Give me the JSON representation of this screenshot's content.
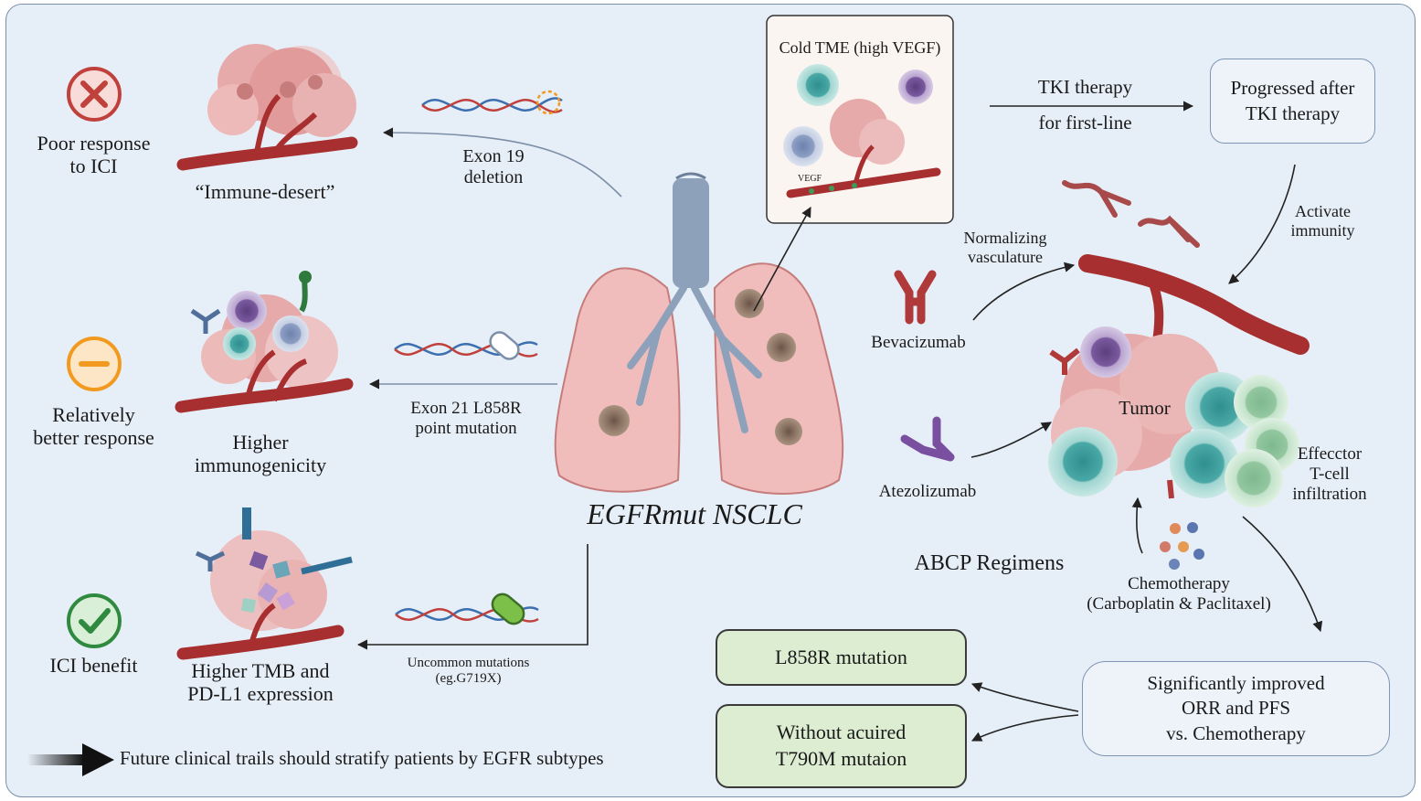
{
  "title": "EGFRmut NSCLC",
  "outcomes": {
    "poor": "Poor response\nto ICI",
    "relative": "Relatively\nbetter response",
    "benefit": "ICI benefit"
  },
  "phenotypes": {
    "desert": "“Immune-desert”",
    "immunogenicity": "Higher\nimmunogenicity",
    "tmb": "Higher TMB and\nPD-L1 expression"
  },
  "mutations": {
    "exon19": "Exon 19\ndeletion",
    "exon21": "Exon 21 L858R\npoint mutation",
    "uncommon": "Uncommon mutations\n(eg.G719X)"
  },
  "tme": {
    "title": "Cold TME (high VEGF)",
    "vegf_label": "VEGF"
  },
  "tki": {
    "line1": "TKI therapy",
    "line2": "for first-line"
  },
  "progressed": "Progressed after\nTKI therapy",
  "activate": "Activate\nimmunity",
  "normalizing": "Normalizing\nvasculature",
  "drugs": {
    "bevacizumab": "Bevacizumab",
    "atezolizumab": "Atezolizumab"
  },
  "tumor": "Tumor",
  "effector": "Effecctor\nT-cell\ninfiltration",
  "abcp": "ABCP Regimens",
  "chemo": "Chemotherapy\n(Carboplatin & Paclitaxel)",
  "result": "Significantly improved\nORR and PFS\nvs. Chemotherapy",
  "subgroups": {
    "l858r": "L858R mutation",
    "t790m": "Without acuired\nT790M mutaion"
  },
  "footer": "Future clinical trails should stratify patients by EGFR subtypes",
  "colors": {
    "background": "#e6eef7",
    "vessel": "#a82f2f",
    "tumor": "#e9a6a6",
    "lung": "#f0bcbc",
    "poor": "#c0403c",
    "neutral": "#f29a1f",
    "benefit": "#2f8a3f",
    "green_box": "#dcedd2"
  },
  "icons": [
    "x-circle-icon",
    "minus-circle-icon",
    "check-circle-icon",
    "dna-icon",
    "lung-icon",
    "antibody-icon",
    "t-cell-icon"
  ]
}
